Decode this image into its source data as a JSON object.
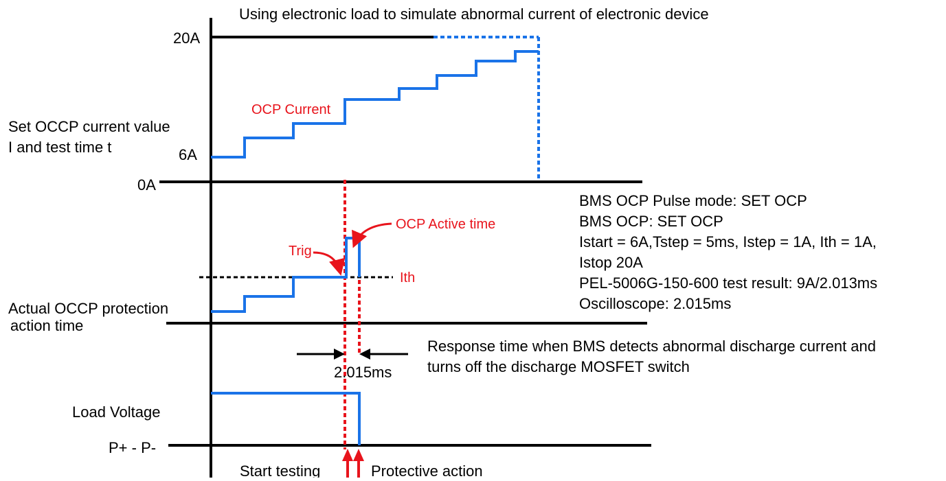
{
  "title": "Using electronic load to simulate abnormal current of electronic device",
  "labels": {
    "current_20a": "20A",
    "current_6a": "6A",
    "current_0a": "0A",
    "set_line1": "Set OCCP current value",
    "set_line2": "I and test time t",
    "actual_line1": "Actual OCCP protection",
    "actual_line2": "action time",
    "load_voltage": "Load Voltage",
    "p_terminals": "P+ - P-",
    "ocp_current": "OCP Current",
    "ocp_active_time": "OCP Active time",
    "trig": "Trig",
    "ith": "Ith",
    "response_time": "2.015ms",
    "response_line1": "Response time when BMS detects abnormal discharge current and",
    "response_line2": "turns off the discharge MOSFET switch",
    "start_testing": "Start testing",
    "protective_action": "Protective action"
  },
  "settings_block": [
    "BMS OCP Pulse mode: SET OCP",
    "BMS OCP: SET OCP",
    "Istart = 6A,Tstep = 5ms, Istep = 1A, Ith = 1A,",
    "Istop 20A",
    "PEL-5006G-150-600 test result: 9A/2.013ms",
    "Oscilloscope: 2.015ms"
  ],
  "colors": {
    "signal": "#1a73e8",
    "annotation": "#e8141c",
    "axis": "#000000"
  }
}
